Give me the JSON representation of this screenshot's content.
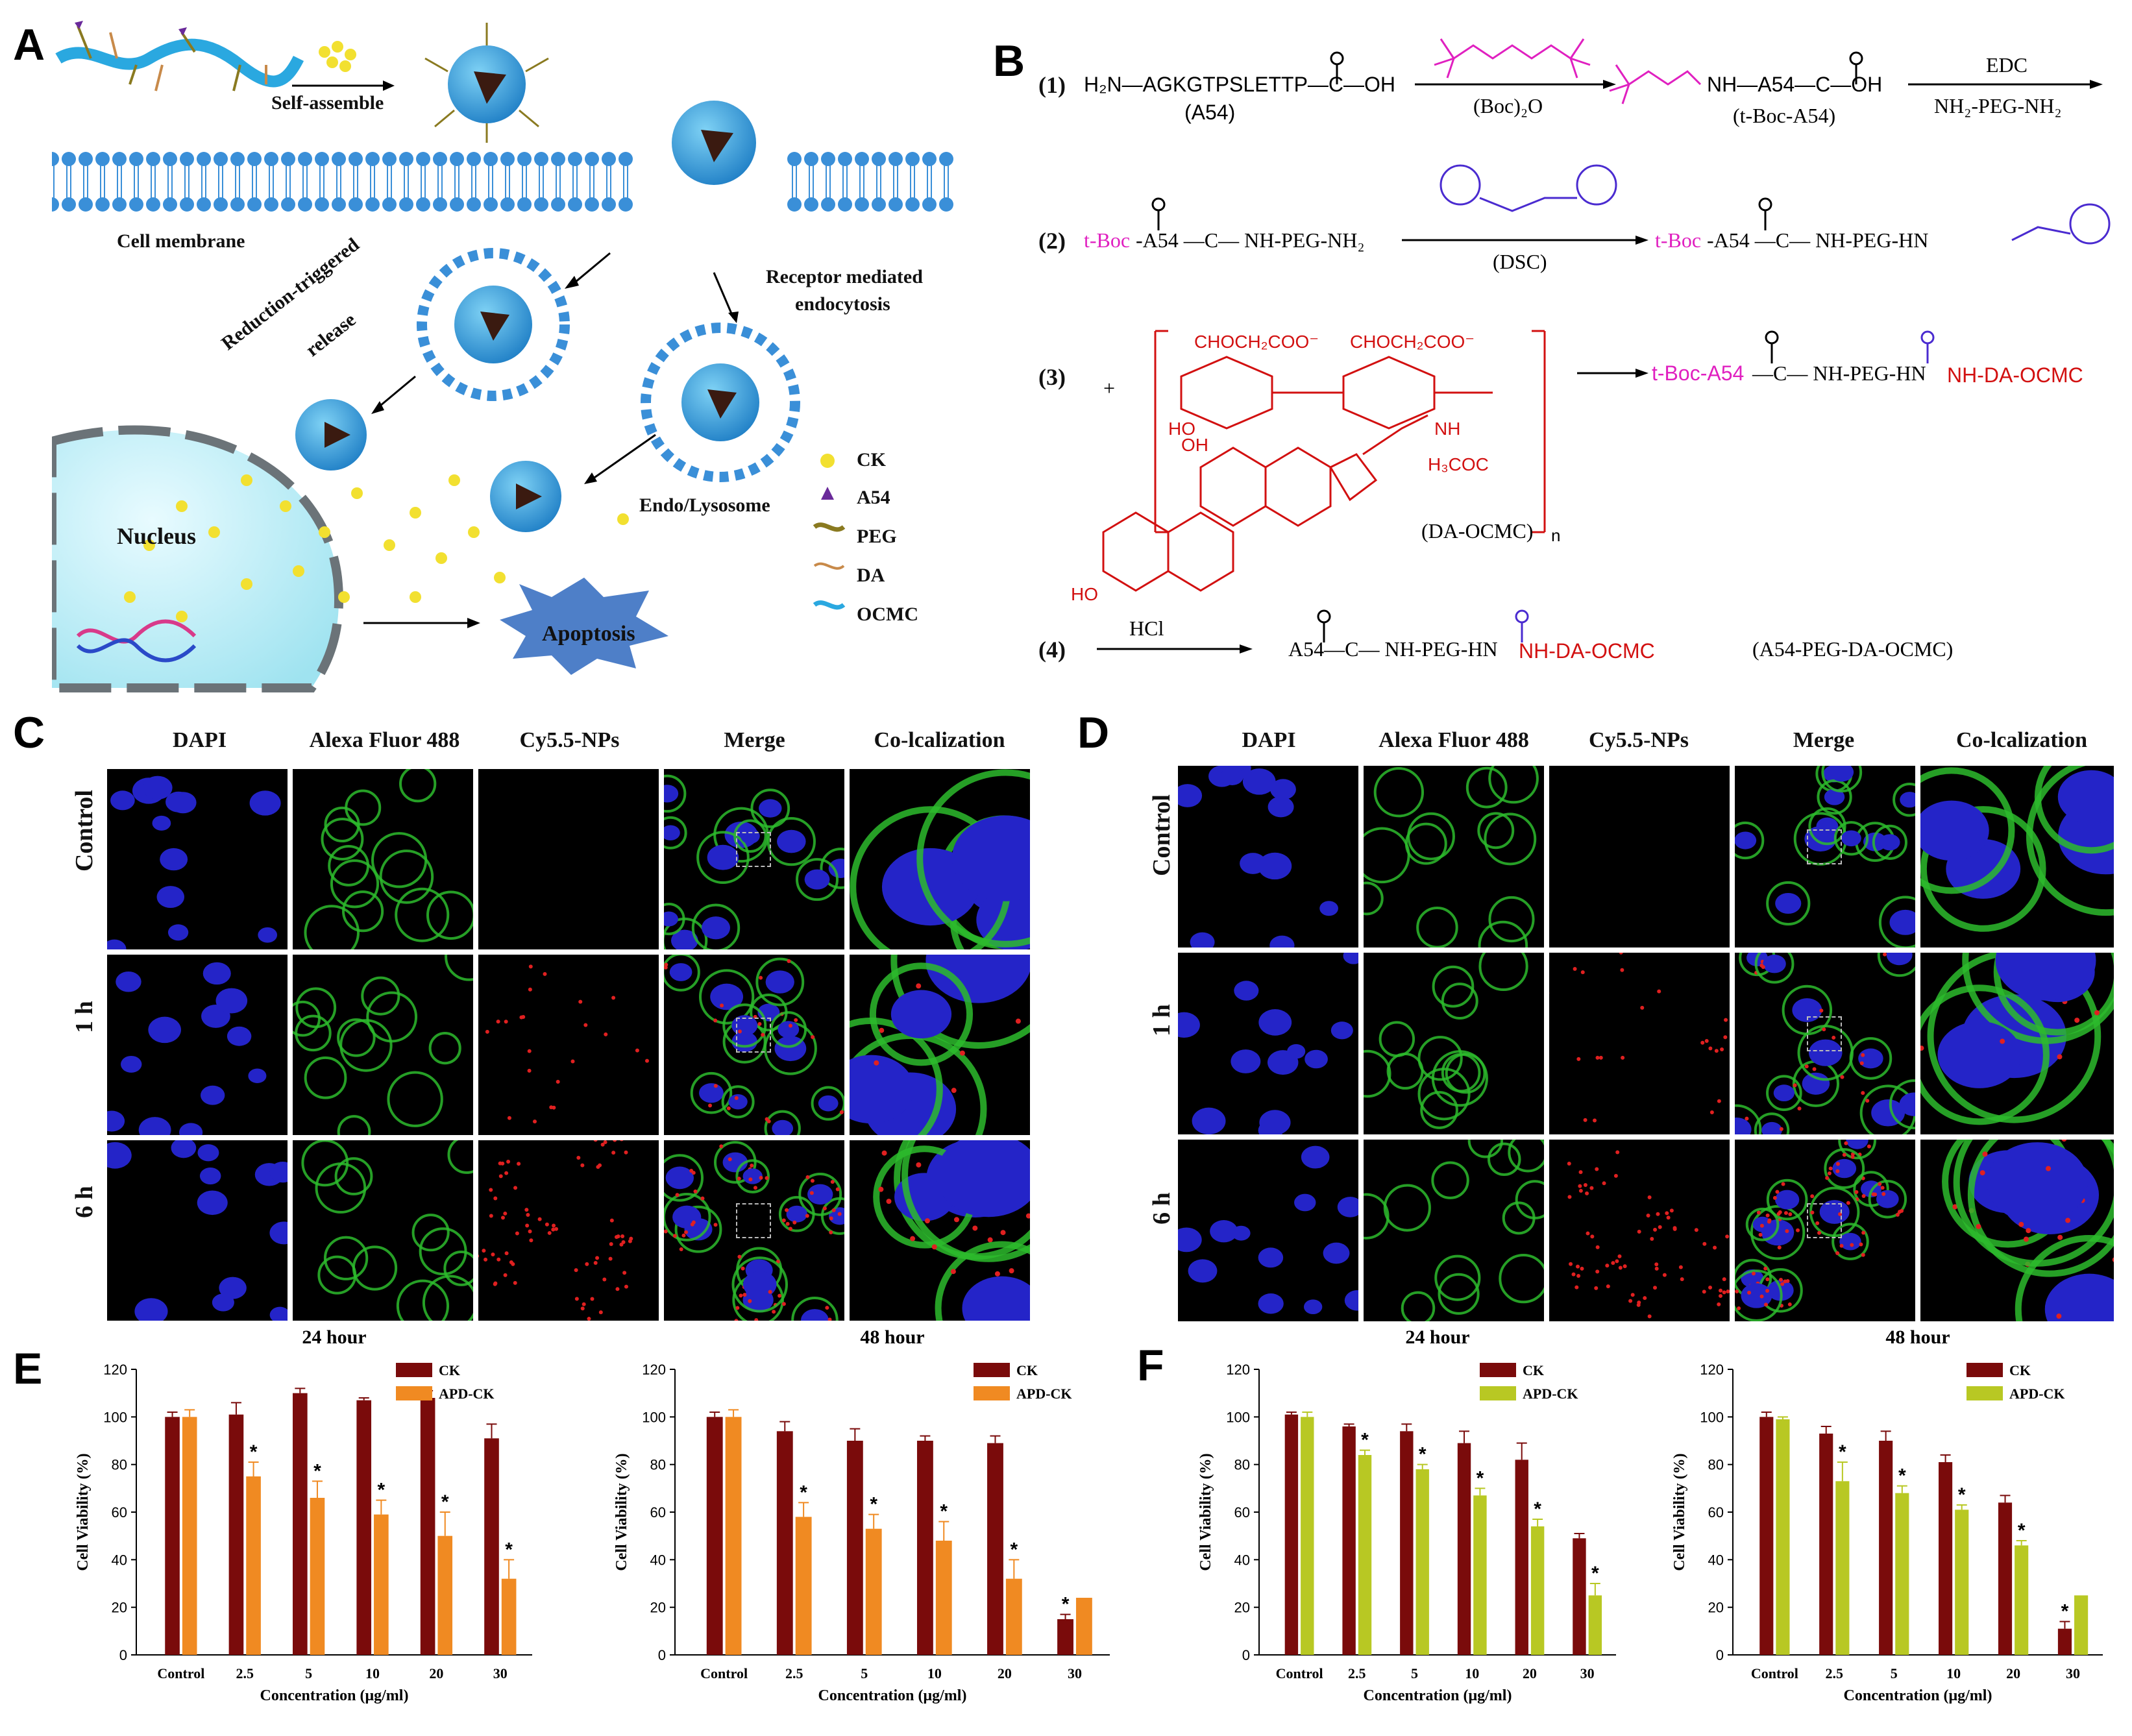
{
  "panels": {
    "A": "A",
    "B": "B",
    "C": "C",
    "D": "D",
    "E": "E",
    "F": "F"
  },
  "panel_a": {
    "self_assemble": "Self-assemble",
    "cell_membrane": "Cell membrane",
    "receptor_mediated": "Receptor mediated",
    "endocytosis": "endocytosis",
    "reduction_triggered": "Reduction-triggered",
    "release": "release",
    "endo_lysosome": "Endo/Lysosome",
    "nucleus": "Nucleus",
    "apoptosis": "Apoptosis",
    "legend": [
      {
        "label": "CK",
        "icon": "yellow-dot-icon",
        "color": "#f2e030"
      },
      {
        "label": "A54",
        "icon": "purple-triangle-icon",
        "color": "#6a2a9a"
      },
      {
        "label": "PEG",
        "icon": "olive-wave-icon",
        "color": "#8a7a20"
      },
      {
        "label": "DA",
        "icon": "tan-wave-icon",
        "color": "#c88a4a"
      },
      {
        "label": "OCMC",
        "icon": "blue-wave-icon",
        "color": "#2aa8e0"
      }
    ]
  },
  "panel_b": {
    "s1": "(1)",
    "s2": "(2)",
    "s3": "(3)",
    "s4": "(4)",
    "r1_reactant": "H₂N—AGKGTPSLETTP—C—OH",
    "r1_name": "(A54)",
    "r1_reagent": "(Boc)₂O",
    "r1_product": "NH—A54—C—OH",
    "r1_prodname": "(t-Boc-A54)",
    "r1_edc": "EDC",
    "r1_peg": "NH₂-PEG-NH₂",
    "r2_tboc": "t-Boc",
    "r2_reactant": "-A54 —C— NH-PEG-NH₂",
    "r2_reagent": "(DSC)",
    "r2_product": "-A54 —C— NH-PEG-HN",
    "r3_plus": "+",
    "r3_group1": "CHOCH₂COO⁻",
    "r3_group2": "CHOCH₂COO⁻",
    "r3_nh": "NH",
    "r3_h3coc": "H₃COC",
    "r3_ho": "HO",
    "r3_oh": "OH",
    "r3_n": "n",
    "r3_prod_tboc": "t-Boc-A54",
    "r3_prod_mid": "—C— NH-PEG-HN",
    "r3_prod_da": "NH-DA-OCMC",
    "r3_name": "(DA-OCMC)",
    "r4_reagent": "HCl",
    "r4_prod": "A54—C— NH-PEG-HN",
    "r4_prod_da": "NH-DA-OCMC",
    "r4_name": "(A54-PEG-DA-OCMC)"
  },
  "microscopy_c": {
    "columns": [
      "DAPI",
      "Alexa Fluor 488",
      "Cy5.5-NPs",
      "Merge",
      "Co-lcalization"
    ],
    "rows": [
      "Control",
      "1 h",
      "6 h"
    ]
  },
  "microscopy_d": {
    "columns": [
      "DAPI",
      "Alexa Fluor 488",
      "Cy5.5-NPs",
      "Merge",
      "Co-lcalization"
    ],
    "rows": [
      "Control",
      "1 h",
      "6 h"
    ]
  },
  "chart_data": [
    {
      "type": "bar",
      "panel": "E",
      "title": "24 hour",
      "categories": [
        "Control",
        "2.5",
        "5",
        "10",
        "20",
        "30"
      ],
      "series": [
        {
          "name": "CK",
          "color": "#7a0b0b",
          "values": [
            100,
            101,
            110,
            107,
            108,
            91
          ],
          "errors": [
            2,
            5,
            2,
            1,
            3,
            6
          ],
          "sig": [
            false,
            false,
            false,
            false,
            false,
            false
          ]
        },
        {
          "name": "APD-CK",
          "color": "#f08a22",
          "values": [
            100,
            75,
            66,
            59,
            50,
            32
          ],
          "errors": [
            3,
            6,
            7,
            6,
            10,
            8
          ],
          "sig": [
            false,
            true,
            true,
            true,
            true,
            true
          ]
        }
      ],
      "xlabel": "Concentration (μg/ml)",
      "ylabel": "Cell Viability (%)",
      "ylim": [
        0,
        120
      ],
      "yticks": [
        "0",
        "20",
        "40",
        "60",
        "80",
        "100",
        "120"
      ]
    },
    {
      "type": "bar",
      "panel": "E",
      "title": "48 hour",
      "categories": [
        "Control",
        "2.5",
        "5",
        "10",
        "20",
        "30"
      ],
      "series": [
        {
          "name": "CK",
          "color": "#7a0b0b",
          "values": [
            100,
            94,
            90,
            90,
            89,
            15
          ],
          "errors": [
            2,
            4,
            5,
            2,
            3,
            2
          ],
          "sig": [
            false,
            false,
            false,
            false,
            false,
            true
          ]
        },
        {
          "name": "APD-CK",
          "color": "#f08a22",
          "values": [
            100,
            58,
            53,
            48,
            32,
            24
          ],
          "errors": [
            3,
            6,
            6,
            8,
            8,
            0
          ],
          "sig": [
            false,
            true,
            true,
            true,
            true,
            false
          ]
        }
      ],
      "xlabel": "Concentration (μg/ml)",
      "ylabel": "Cell Viability (%)",
      "ylim": [
        0,
        120
      ],
      "yticks": [
        "0",
        "20",
        "40",
        "60",
        "80",
        "100",
        "120"
      ]
    },
    {
      "type": "bar",
      "panel": "F",
      "title": "24 hour",
      "categories": [
        "Control",
        "2.5",
        "5",
        "10",
        "20",
        "30"
      ],
      "series": [
        {
          "name": "CK",
          "color": "#7a0b0b",
          "values": [
            101,
            96,
            94,
            89,
            82,
            49
          ],
          "errors": [
            1,
            1,
            3,
            5,
            7,
            2
          ],
          "sig": [
            false,
            false,
            false,
            false,
            false,
            false
          ]
        },
        {
          "name": "APD-CK",
          "color": "#b8c823",
          "values": [
            100,
            84,
            78,
            67,
            54,
            25
          ],
          "errors": [
            2,
            2,
            2,
            3,
            3,
            5
          ],
          "sig": [
            false,
            true,
            true,
            true,
            true,
            true
          ]
        }
      ],
      "xlabel": "Concentration (μg/ml)",
      "ylabel": "Cell Viability (%)",
      "ylim": [
        0,
        120
      ],
      "yticks": [
        "0",
        "20",
        "40",
        "60",
        "80",
        "100",
        "120"
      ]
    },
    {
      "type": "bar",
      "panel": "F",
      "title": "48 hour",
      "categories": [
        "Control",
        "2.5",
        "5",
        "10",
        "20",
        "30"
      ],
      "series": [
        {
          "name": "CK",
          "color": "#7a0b0b",
          "values": [
            100,
            93,
            90,
            81,
            64,
            11
          ],
          "errors": [
            2,
            3,
            4,
            3,
            3,
            3
          ],
          "sig": [
            false,
            false,
            false,
            false,
            false,
            true
          ]
        },
        {
          "name": "APD-CK",
          "color": "#b8c823",
          "values": [
            99,
            73,
            68,
            61,
            46,
            25
          ],
          "errors": [
            1,
            8,
            3,
            2,
            2,
            0
          ],
          "sig": [
            false,
            true,
            true,
            true,
            true,
            false
          ]
        }
      ],
      "xlabel": "Concentration (μg/ml)",
      "ylabel": "Cell Viability (%)",
      "ylim": [
        0,
        120
      ],
      "yticks": [
        "0",
        "20",
        "40",
        "60",
        "80",
        "100",
        "120"
      ]
    }
  ]
}
